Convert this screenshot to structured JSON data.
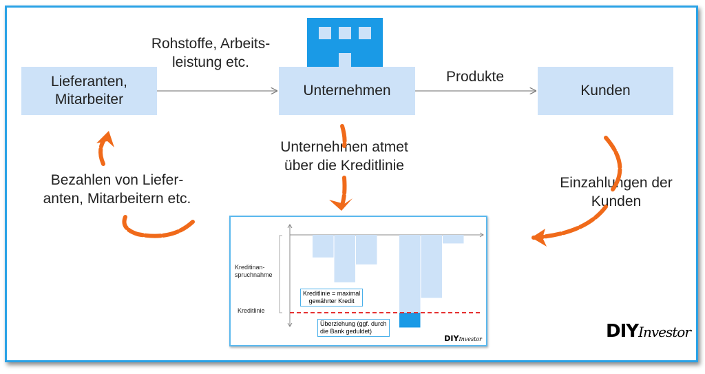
{
  "boxes": {
    "suppliers": "Lieferanten, Mitarbeiter",
    "company": "Unternehmen",
    "customers": "Kunden"
  },
  "labels": {
    "inputs": "Rohstoffe, Arbeits-\nleistung etc.",
    "products": "Produkte",
    "breathes": "Unternehmen atmet\nüber die Kreditlinie",
    "payments_out": "Bezahlen von Liefer-\nanten, Mitarbeitern etc.",
    "payments_in": "Einzahlungen der\nKunden"
  },
  "chart": {
    "ylabel": "Kreditinan-\nspruchnahme",
    "line_label": "Kreditlinie",
    "callout_line": "Kreditlinie = maximal\ngewährter Kredit",
    "callout_overdraft": "Überziehung (ggf. durch\ndie Bank geduldet)",
    "logo_bold": "DIY",
    "logo_script": "Investor"
  },
  "chart_data": {
    "type": "bar",
    "title": "",
    "ylabel": "Kreditinanspruchnahme",
    "credit_line": 1.0,
    "usage": [
      0,
      0.29,
      0.61,
      0.38,
      0,
      1.19,
      0.81,
      0.11
    ],
    "overdraft_color": "#1a9ae6",
    "bar_color": "#cde2f8",
    "line_color": "#e53030"
  },
  "logo": {
    "bold": "DIY",
    "script": "Investor"
  },
  "colors": {
    "accent": "#2aa2e6",
    "box": "#cde2f8",
    "arrow": "#f06a1a"
  }
}
